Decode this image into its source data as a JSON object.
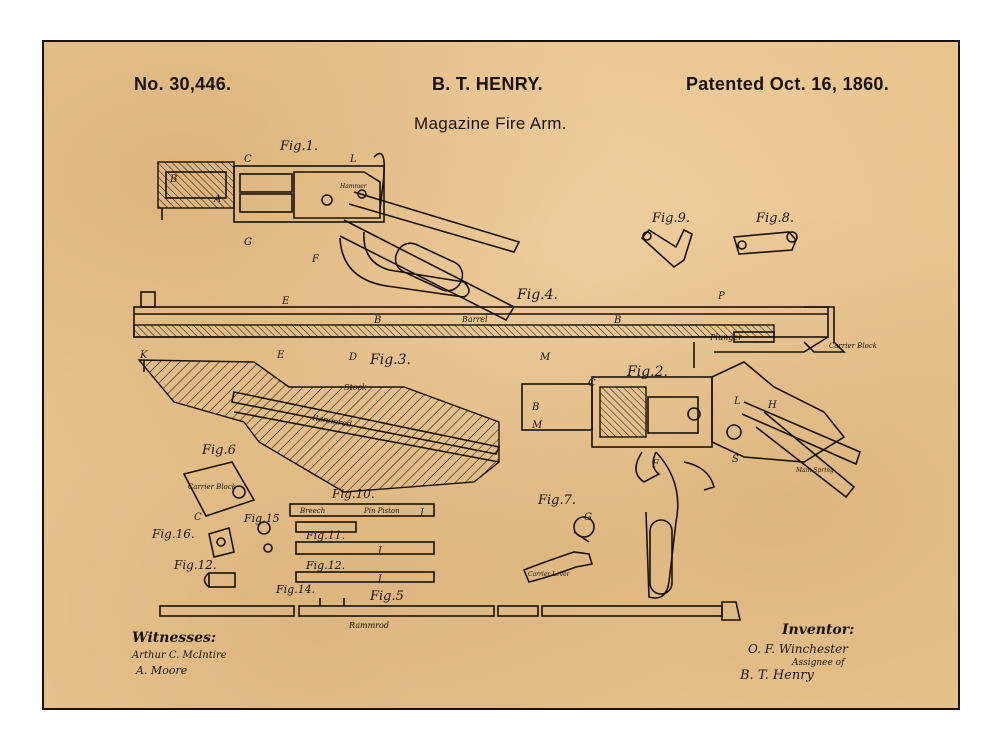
{
  "header": {
    "patent_number": "No. 30,446.",
    "inventor_name": "B. T. HENRY.",
    "patent_date": "Patented Oct. 16, 1860.",
    "title": "Magazine Fire Arm."
  },
  "figures": {
    "fig1": "Fig.1.",
    "fig2": "Fig.2.",
    "fig3": "Fig.3.",
    "fig4": "Fig.4.",
    "fig5": "Fig.5",
    "fig6": "Fig.6",
    "fig7": "Fig.7.",
    "fig8": "Fig.8.",
    "fig9": "Fig.9.",
    "fig10": "Fig.10.",
    "fig11": "Fig.11.",
    "fig12a": "Fig.12.",
    "fig12b": "Fig.12.",
    "fig14": "Fig.14.",
    "fig15": "Fig.15",
    "fig16": "Fig.16."
  },
  "part_labels": {
    "barrel": "Barrel",
    "plunger": "Plunger",
    "stock": "Stock",
    "rammrod": "Rammrod",
    "carrier_block": "Carrier Block",
    "breech": "Breech",
    "pin_piston": "Pin Piston",
    "carrier_lever": "Carrier Lever",
    "hammer": "Hammer",
    "main_spring": "Main Spring"
  },
  "letters": {
    "E": "E",
    "B": "B",
    "D": "D",
    "M": "M",
    "P": "P",
    "C": "C",
    "A": "A",
    "G": "G",
    "F": "F",
    "L": "L",
    "I": "I",
    "H": "H",
    "S": "S",
    "K": "K"
  },
  "footer": {
    "witnesses_label": "Witnesses:",
    "witness_signature_1": "Arthur C. McIntire",
    "witness_signature_2": "A. Moore",
    "inventor_label": "Inventor:",
    "inventor_signature_1": "O. F. Winchester",
    "inventor_signature_2": "Assignee of",
    "inventor_signature_3": "B. T. Henry"
  }
}
